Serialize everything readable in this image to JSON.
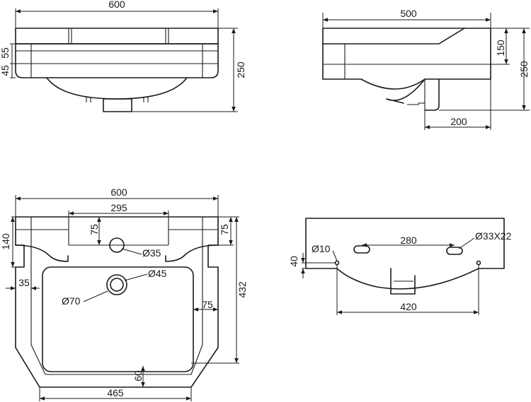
{
  "views": {
    "front": {
      "width": "600",
      "height": "250",
      "rim_upper": "55",
      "rim_lower": "45"
    },
    "side": {
      "depth": "500",
      "back_height": "150",
      "height": "250",
      "waste_offset": "200"
    },
    "plan": {
      "width": "600",
      "tap_deck_width": "295",
      "tap_hole_offset": "75",
      "deck_depth": "140",
      "tap_hole_diameter": "Ø35",
      "overflow_diameter": "Ø45",
      "waste_diameter": "Ø70",
      "side_rim": "35",
      "inner_rim": "75",
      "side_back_offset": "75",
      "depth": "432",
      "front_rim": "60",
      "front_width": "465"
    },
    "underside": {
      "fixing_hole": "Ø10",
      "slot_size": "Ø33X22",
      "slot_spacing": "280",
      "fixing_spacing": "420",
      "fixing_height": "40"
    }
  }
}
